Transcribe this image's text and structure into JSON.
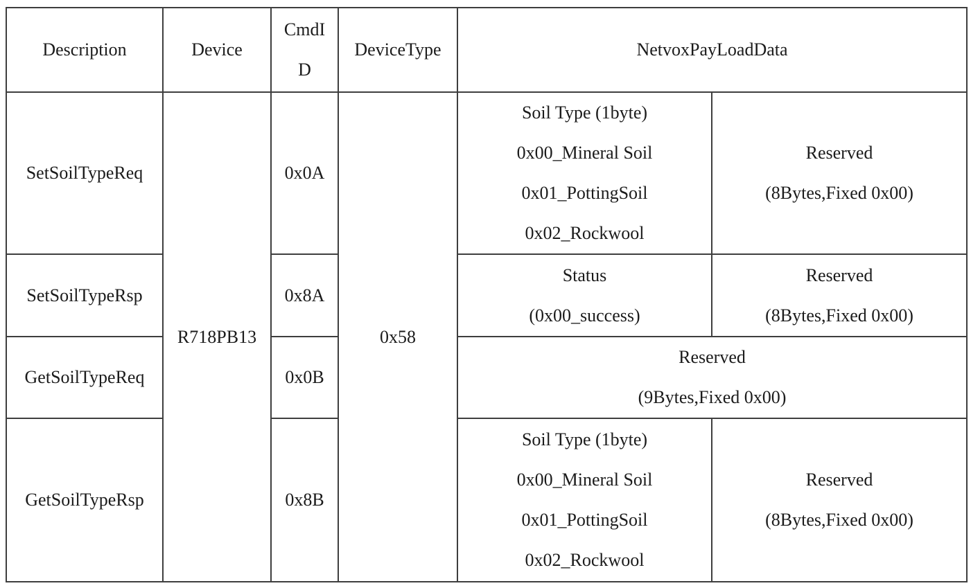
{
  "table": {
    "headers": {
      "description": "Description",
      "device": "Device",
      "cmd_id_lines": [
        "CmdI",
        "D"
      ],
      "device_type": "DeviceType",
      "payload": "NetvoxPayLoadData"
    },
    "device": "R718PB13",
    "device_type": "0x58",
    "rows": [
      {
        "description": "SetSoilTypeReq",
        "cmd_id": "0x0A",
        "payload_a": [
          "Soil Type (1byte)",
          "0x00_Mineral Soil",
          "0x01_PottingSoil",
          "0x02_Rockwool"
        ],
        "payload_b": [
          "Reserved",
          "(8Bytes,Fixed 0x00)"
        ]
      },
      {
        "description": "SetSoilTypeRsp",
        "cmd_id": "0x8A",
        "payload_a": [
          "Status",
          "(0x00_success)"
        ],
        "payload_b": [
          "Reserved",
          "(8Bytes,Fixed 0x00)"
        ]
      },
      {
        "description": "GetSoilTypeReq",
        "cmd_id": "0x0B",
        "payload_full": [
          "Reserved",
          "(9Bytes,Fixed 0x00)"
        ]
      },
      {
        "description": "GetSoilTypeRsp",
        "cmd_id": "0x8B",
        "payload_a": [
          "Soil Type (1byte)",
          "0x00_Mineral Soil",
          "0x01_PottingSoil",
          "0x02_Rockwool"
        ],
        "payload_b": [
          "Reserved",
          "(8Bytes,Fixed 0x00)"
        ]
      }
    ],
    "colors": {
      "border": "#3e3e3e",
      "text": "#1b1b1b",
      "background": "#ffffff"
    }
  }
}
